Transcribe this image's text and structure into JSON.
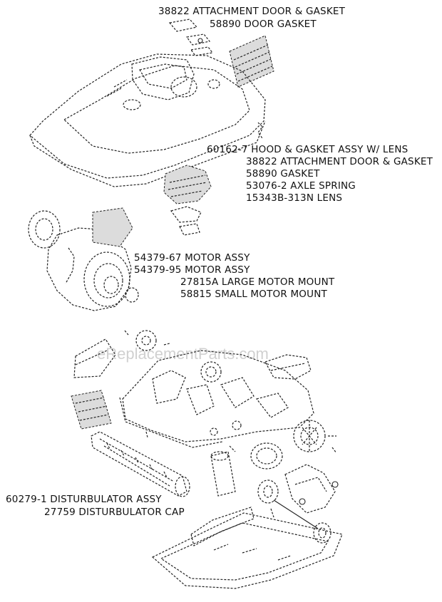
{
  "labels": {
    "attachment_door_top": "38822 ATTACHMENT DOOR & GASKET",
    "door_gasket_top": "58890 DOOR GASKET",
    "hood_assy": "60162-7 HOOD & GASKET ASSY W/ LENS",
    "attachment_door_mid": "38822 ATTACHMENT DOOR & GASKET",
    "gasket_mid": "58890 GASKET",
    "axle_spring": "53076-2 AXLE SPRING",
    "lens": "15343B-313N LENS",
    "motor_assy_1": "54379-67 MOTOR ASSY",
    "motor_assy_2": "54379-95 MOTOR ASSY",
    "large_motor_mount": "27815A LARGE MOTOR MOUNT",
    "small_motor_mount": "58815 SMALL MOTOR MOUNT",
    "disturbulator_assy": "60279-1 DISTURBULATOR ASSY",
    "disturbulator_cap": "27759 DISTURBULATOR CAP"
  },
  "watermark": "eReplacementParts.com"
}
